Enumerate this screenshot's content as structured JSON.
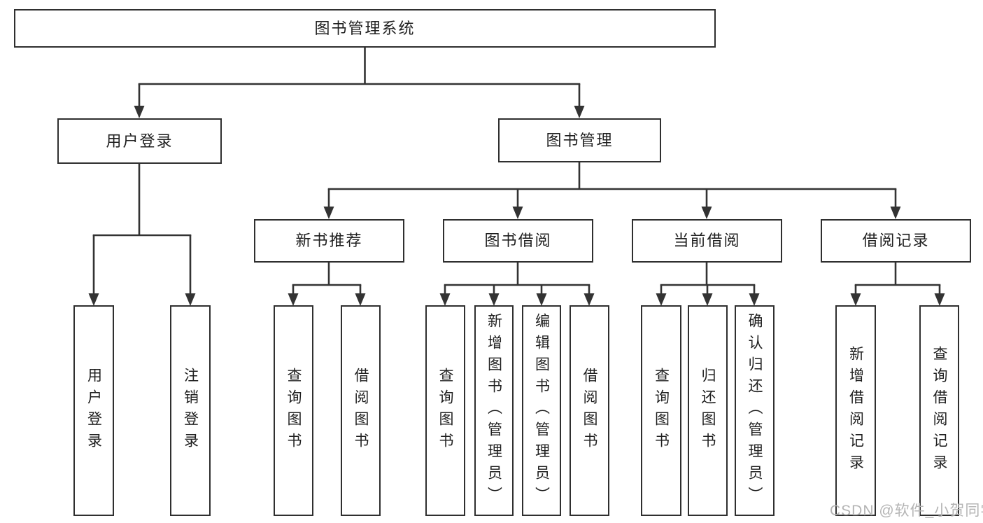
{
  "diagram_title": "图书管理系统",
  "watermark": "CSDN @软件_小贺同学",
  "colors": {
    "line": "#333333",
    "box_border": "#2f2f2f",
    "text": "#1f1f1f",
    "watermark": "#b4b4b4",
    "background": "#ffffff"
  },
  "tree": {
    "root": {
      "label": "图书管理系统",
      "children": [
        {
          "label": "用户登录",
          "children": [
            {
              "label": "用户登录"
            },
            {
              "label": "注销登录"
            }
          ]
        },
        {
          "label": "图书管理",
          "children": [
            {
              "label": "新书推荐",
              "children": [
                {
                  "label": "查询图书"
                },
                {
                  "label": "借阅图书"
                }
              ]
            },
            {
              "label": "图书借阅",
              "children": [
                {
                  "label": "查询图书"
                },
                {
                  "label": "新增图书（管理员）"
                },
                {
                  "label": "编辑图书（管理员）"
                },
                {
                  "label": "借阅图书"
                }
              ]
            },
            {
              "label": "当前借阅",
              "children": [
                {
                  "label": "查询图书"
                },
                {
                  "label": "归还图书"
                },
                {
                  "label": "确认归还（管理员）"
                }
              ]
            },
            {
              "label": "借阅记录",
              "children": [
                {
                  "label": "新增借阅记录"
                },
                {
                  "label": "查询借阅记录"
                }
              ]
            }
          ]
        }
      ]
    }
  }
}
